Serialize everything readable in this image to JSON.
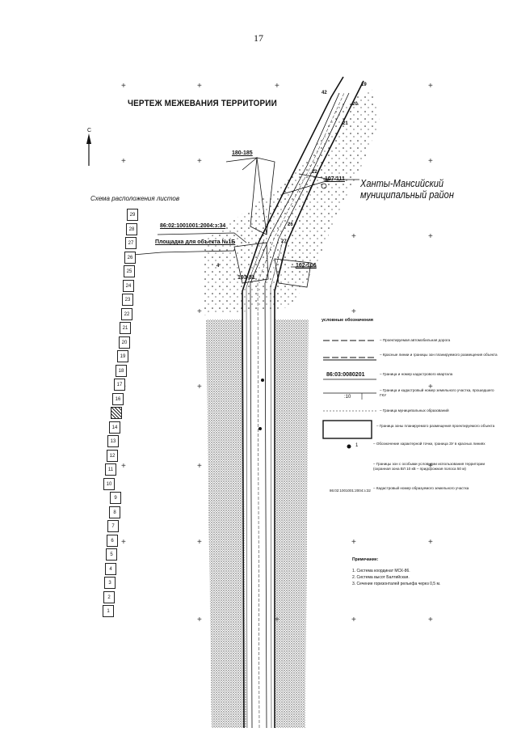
{
  "page": {
    "number": "17"
  },
  "drawing": {
    "title": "ЧЕРТЕЖ МЕЖЕВАНИЯ ТЕРРИТОРИИ",
    "district_line1": "Ханты-Мансийский",
    "district_line2": "муниципальный район",
    "north_label": "С",
    "sheet_scheme_title": "Схема расположения листов",
    "sheets": [
      "29",
      "28",
      "27",
      "26",
      "25",
      "24",
      "23",
      "22",
      "21",
      "20",
      "19",
      "18",
      "17",
      "16",
      "15",
      "14",
      "13",
      "12",
      "11",
      "10",
      "9",
      "8",
      "7",
      "6",
      "5",
      "4",
      "3",
      "2",
      "1"
    ],
    "highlighted_sheet": "15",
    "labels": {
      "cadastre": "86:02:1001001:2004:з:34",
      "site": "Площадка для объекта №1Б",
      "pts_180_185": "180-185",
      "pts_107_111": "107-111",
      "pts_102_106": "102-106",
      "pts_193": "193-81",
      "pt_19": "19",
      "pt_20": "20",
      "pt_21": "21",
      "pt_22": "22",
      "pt_26": "26",
      "pt_27": "27",
      "pt_42": "42",
      "pt_4": "4"
    }
  },
  "legend": {
    "title": "условные обозначения",
    "items": [
      "– Проектируемая автомобильная дорога",
      "– Красные линии и границы зон планируемого размещения объекта",
      "– Граница и номер кадастрового квартала",
      "– Граница и кадастровый номер земельного участка, прошедшего ГКУ",
      "– Граница муниципальных образований",
      "– Граница зоны планируемого размещения проектируемого объекта",
      "– Обозначение характерной точки, граница ЗУ в красных линиях",
      "– Границы зон с особыми условиями использования территории (охранная зона ВЛ 10 кВ – придорожная полоса 50 м)",
      "– Кадастровый номер образуемого земельного участка"
    ],
    "quarter_code": "86:03:0080201",
    "parcel_code": "86:02:1001001:2004:з:32",
    "point_label": "1",
    "parcel_num": ":10"
  },
  "notes": {
    "title": "Примечание:",
    "items": [
      "1. Система координат МСК-86.",
      "2. Система высот Балтийская.",
      "3. Сечение горизонталей рельефа через 0,5 м."
    ]
  }
}
